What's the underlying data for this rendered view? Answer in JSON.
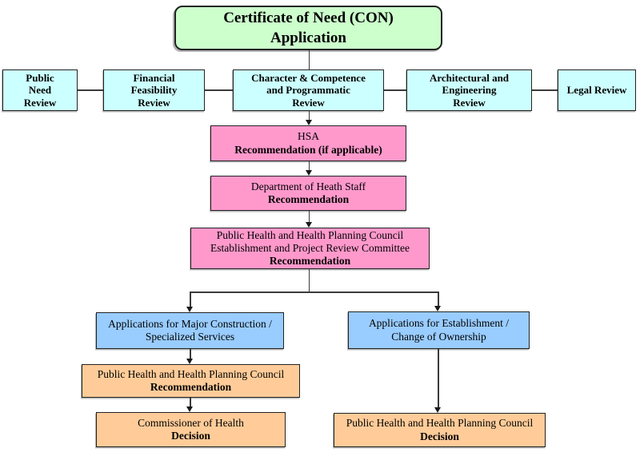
{
  "diagram_title": "Certificate of Need (CON) Application process flowchart",
  "colors": {
    "green": "#ccffcc",
    "cyan": "#ccffff",
    "pink": "#ff99cc",
    "blue": "#99ccff",
    "orange": "#ffcc99",
    "line": "#3a3a3a"
  },
  "nodes": {
    "con": {
      "lines": [
        "Certificate of Need (CON)",
        "Application"
      ]
    },
    "public_need": {
      "lines": [
        "Public",
        "Need",
        "Review"
      ]
    },
    "financial_feasibility": {
      "lines": [
        "Financial",
        "Feasibility",
        "Review"
      ]
    },
    "character_competence": {
      "lines": [
        "Character & Competence",
        "and Programmatic",
        "Review"
      ]
    },
    "architectural_engineering": {
      "lines": [
        "Architectural and",
        "Engineering",
        "Review"
      ]
    },
    "legal_review": {
      "lines": [
        "Legal Review"
      ]
    },
    "hsa": {
      "lines": [
        "HSA",
        "Recommendation (if applicable)"
      ]
    },
    "doh_staff": {
      "lines": [
        "Department of Heath Staff",
        "Recommendation"
      ]
    },
    "phhpc_committee": {
      "lines": [
        "Public Health and Health Planning Council",
        "Establishment and Project Review Committee",
        "Recommendation"
      ]
    },
    "apps_major_construction": {
      "lines": [
        "Applications for Major Construction /",
        "Specialized Services"
      ]
    },
    "apps_establishment": {
      "lines": [
        "Applications for Establishment /",
        "Change of Ownership"
      ]
    },
    "phhpc_recommendation": {
      "lines": [
        "Public Health and Health Planning Council",
        "Recommendation"
      ]
    },
    "commissioner_decision": {
      "lines": [
        "Commissioner of Health",
        "Decision"
      ]
    },
    "phhpc_decision": {
      "lines": [
        "Public Health and Health Planning Council",
        "Decision"
      ]
    }
  }
}
